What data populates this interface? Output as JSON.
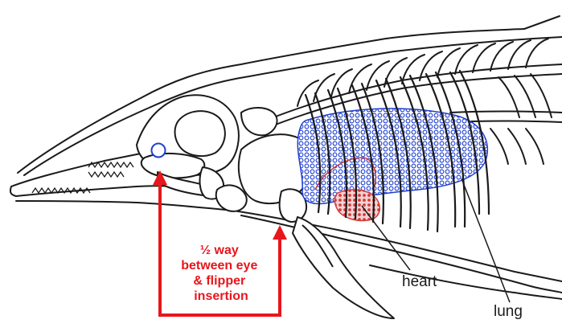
{
  "colors": {
    "outline": "#1a1a1a",
    "callout": "#e8161c",
    "lung_fill": "#1f3fd0",
    "heart_fill": "#d43a3a",
    "eye_ring": "#1f3fd0"
  },
  "callout": {
    "lines": [
      "½ way",
      "between eye",
      "& flipper",
      "insertion"
    ]
  },
  "labels": {
    "heart": "heart",
    "lung": "lung"
  }
}
